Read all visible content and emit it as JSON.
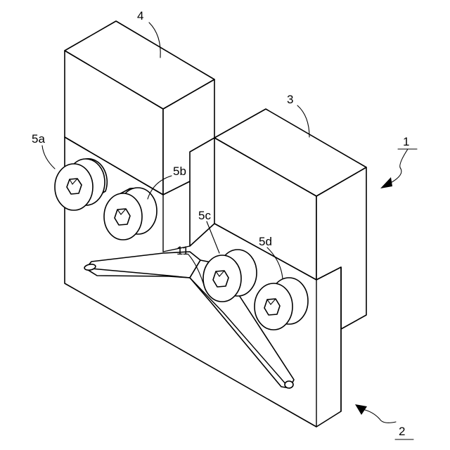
{
  "labels": {
    "block_4": "4",
    "block_3": "3",
    "assembly": "1",
    "base": "2",
    "bolt_a": "5a",
    "bolt_b": "5b",
    "bolt_c": "5c",
    "bolt_d": "5d",
    "groove": "11"
  }
}
